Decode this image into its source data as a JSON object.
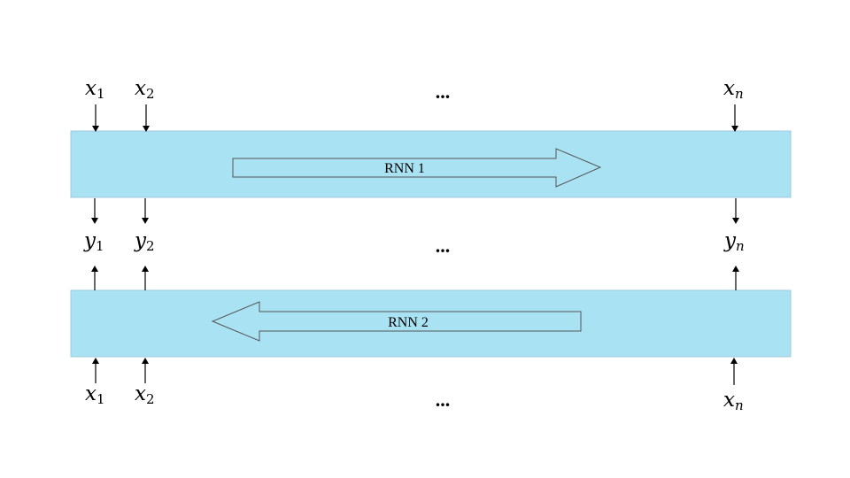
{
  "labels": {
    "top_inputs": [
      {
        "var": "x",
        "sub": "1"
      },
      {
        "var": "x",
        "sub": "2"
      },
      {
        "var": "x",
        "sub": "n"
      }
    ],
    "outputs": [
      {
        "var": "y",
        "sub": "1"
      },
      {
        "var": "y",
        "sub": "2"
      },
      {
        "var": "y",
        "sub": "n"
      }
    ],
    "bottom_inputs": [
      {
        "var": "x",
        "sub": "1"
      },
      {
        "var": "x",
        "sub": "2"
      },
      {
        "var": "x",
        "sub": "n"
      }
    ],
    "ellipsis": "..."
  },
  "rnn1": {
    "label": "RNN 1",
    "direction": "right"
  },
  "rnn2": {
    "label": "RNN 2",
    "direction": "left"
  },
  "colors": {
    "band_fill": "#a9e3f3",
    "band_stroke": "#9fc8dc",
    "arrow_stroke": "#555555",
    "text": "#000000"
  }
}
